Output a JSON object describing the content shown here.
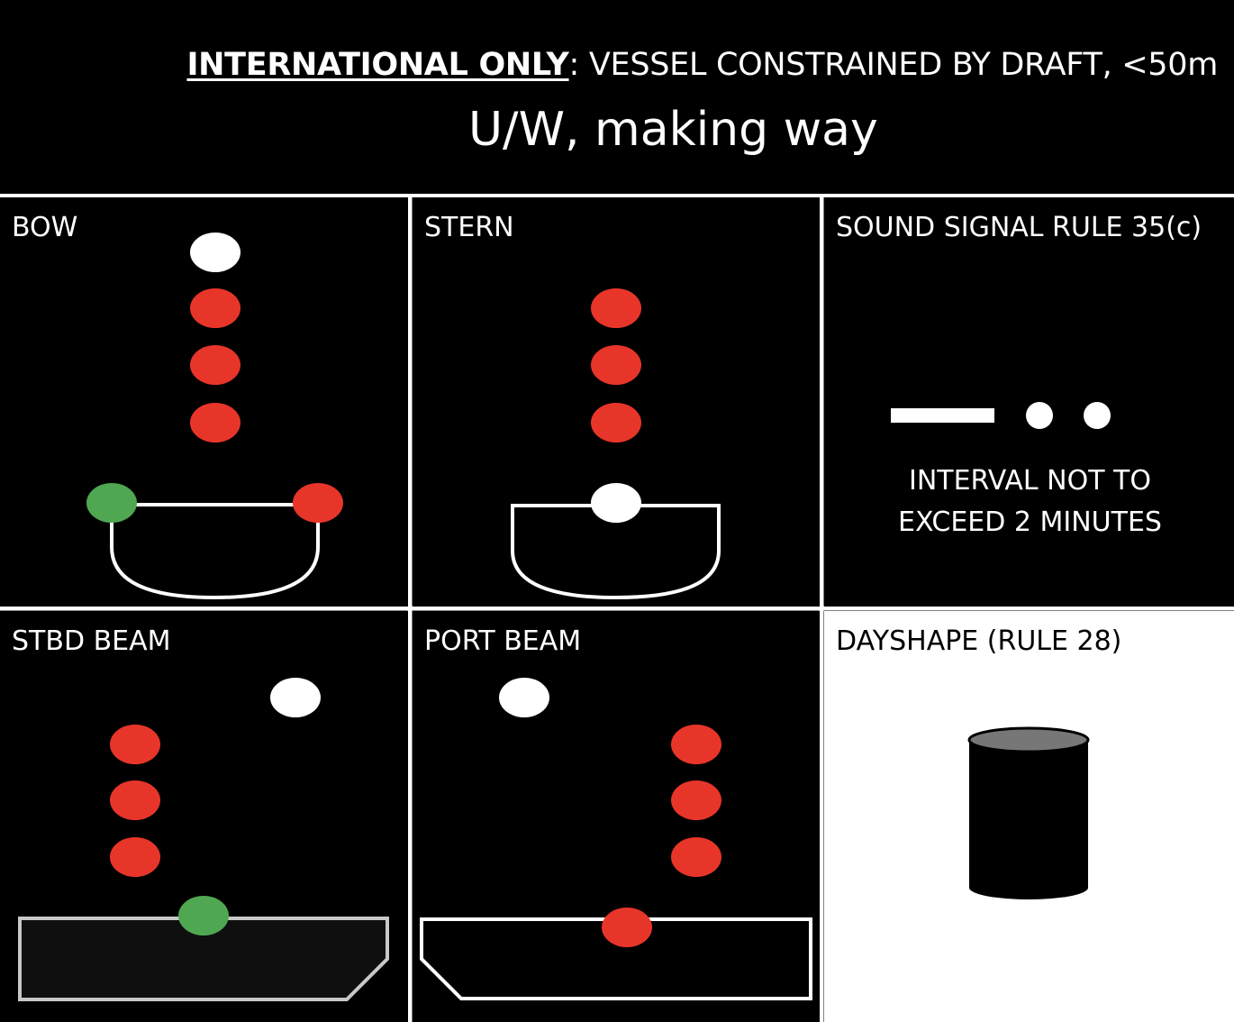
{
  "header": {
    "title_prefix": "INTERNATIONAL ONLY",
    "title_separator": ":",
    "title_rest": " VESSEL CONSTRAINED BY DRAFT, <50m",
    "subtitle": "U/W, making way"
  },
  "panels": {
    "bow": {
      "label": "BOW"
    },
    "stern": {
      "label": "STERN"
    },
    "sound": {
      "label": "SOUND SIGNAL RULE 35(c)",
      "signal": [
        "prolonged",
        "short",
        "short"
      ],
      "interval_line1": "INTERVAL NOT TO",
      "interval_line2": "EXCEED 2 MINUTES"
    },
    "stbd_beam": {
      "label": "STBD BEAM"
    },
    "port_beam": {
      "label": "PORT BEAM"
    },
    "dayshape": {
      "label": "DAYSHAPE (RULE 28)",
      "shape": "cylinder"
    }
  },
  "colors": {
    "background": "#000000",
    "grid_line": "#ffffff",
    "white_light": "#ffffff",
    "red_light": "#e8352a",
    "green_light": "#4fa752",
    "dayshape_panel": "#ffffff",
    "cylinder_body": "#000000",
    "cylinder_top": "#777777",
    "stbd_hull_outline": "#c8c8c8",
    "stbd_hull_fill": "#0f0f0f"
  }
}
